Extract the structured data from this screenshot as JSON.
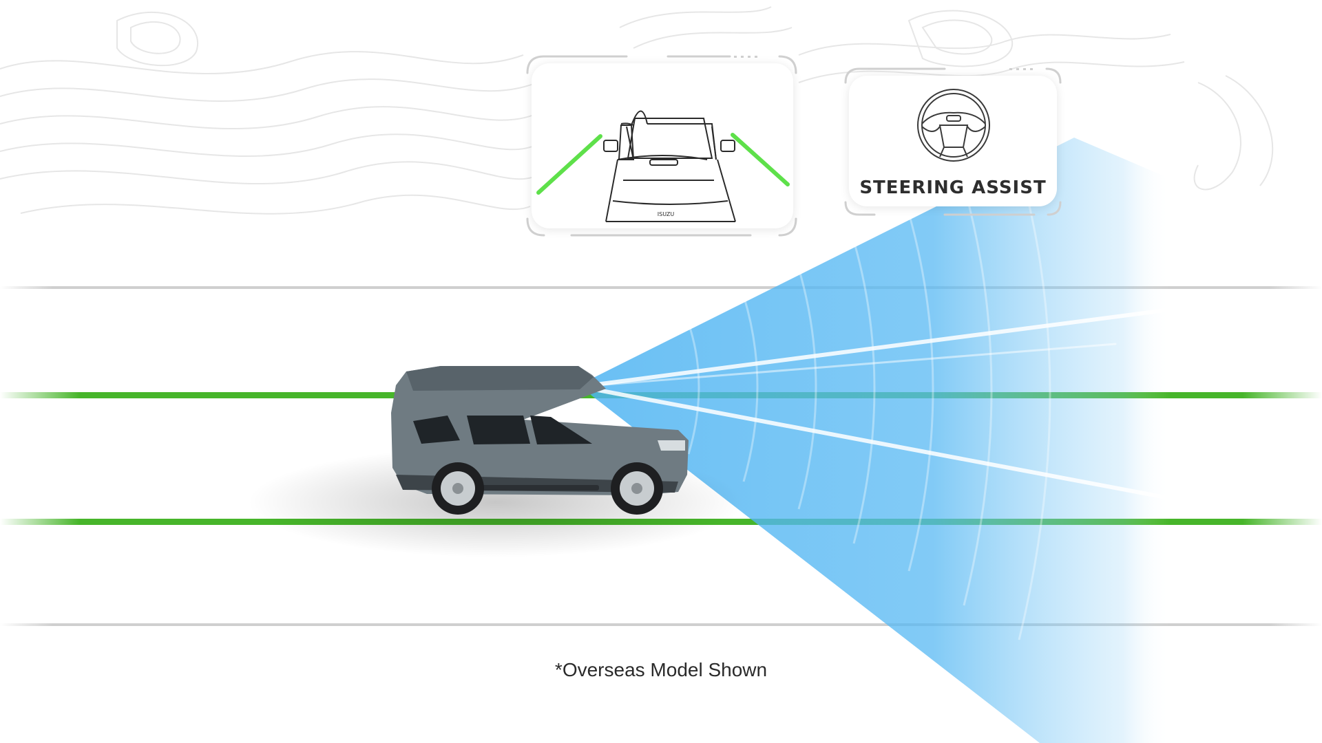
{
  "feature_panel": {
    "label": "STEERING ASSIST",
    "icon": "steering-wheel-icon"
  },
  "lane_panel": {
    "icon": "car-rear-lane-icon",
    "badge": "ISUZU",
    "lane_color": "#5ee04a"
  },
  "colors": {
    "lane_marking": "#47b52a",
    "sensor_beam": "#4fb4f2",
    "vehicle": "#6f7b82"
  },
  "disclaimer": "*Overseas Model Shown"
}
